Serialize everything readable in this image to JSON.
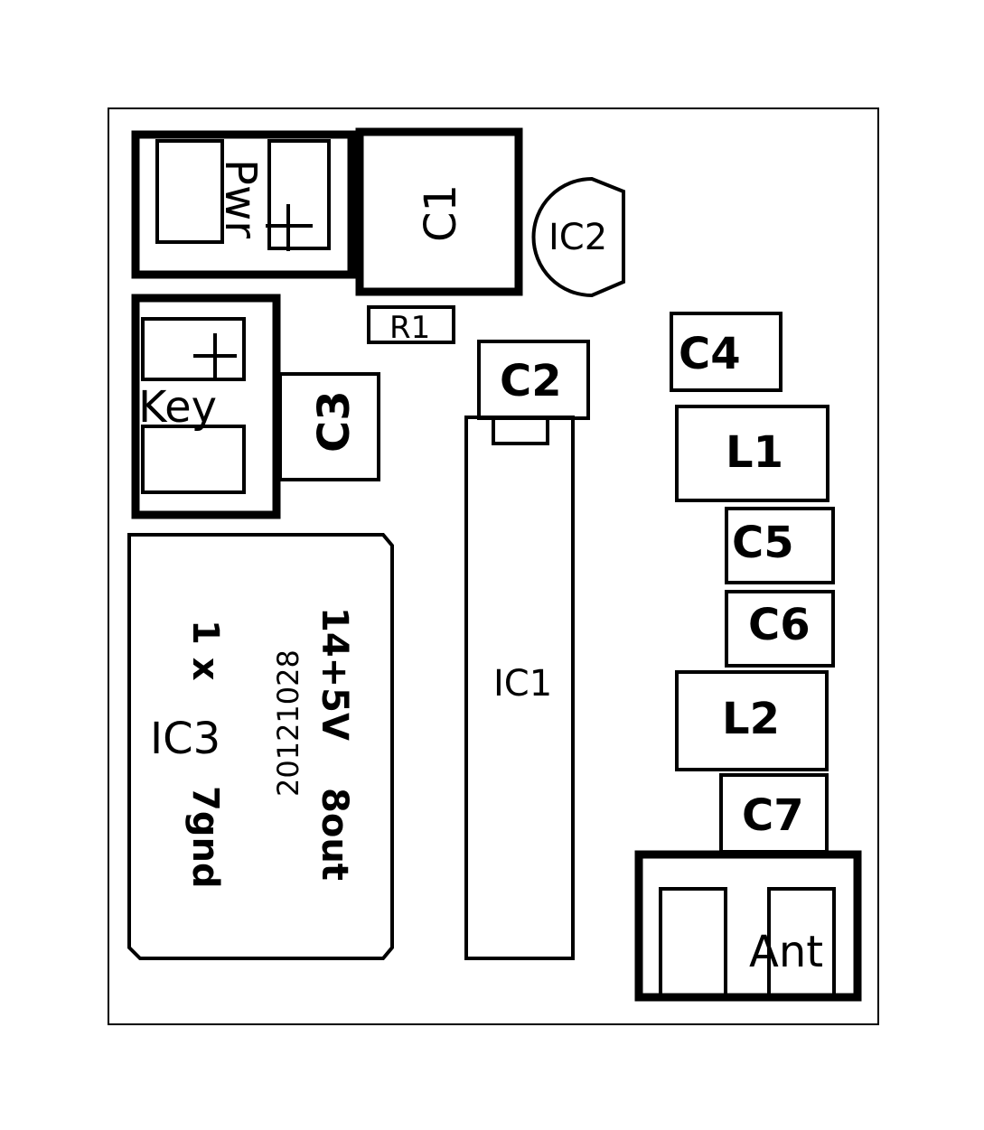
{
  "board": {
    "connectors": {
      "pwr": "Pwr",
      "key": "Key",
      "ant": "Ant"
    },
    "components": {
      "c1": "C1",
      "ic2": "IC2",
      "r1": "R1",
      "c2": "C2",
      "c3": "C3",
      "c4": "C4",
      "l1": "L1",
      "c5": "C5",
      "c6": "C6",
      "l2": "L2",
      "c7": "C7",
      "ic1": "IC1"
    },
    "ic3_module": {
      "line1": "1 x",
      "line2": "IC3",
      "line3": "7gnd",
      "date": "20121028",
      "pin14": "14+5V",
      "pin8": "8out"
    }
  }
}
